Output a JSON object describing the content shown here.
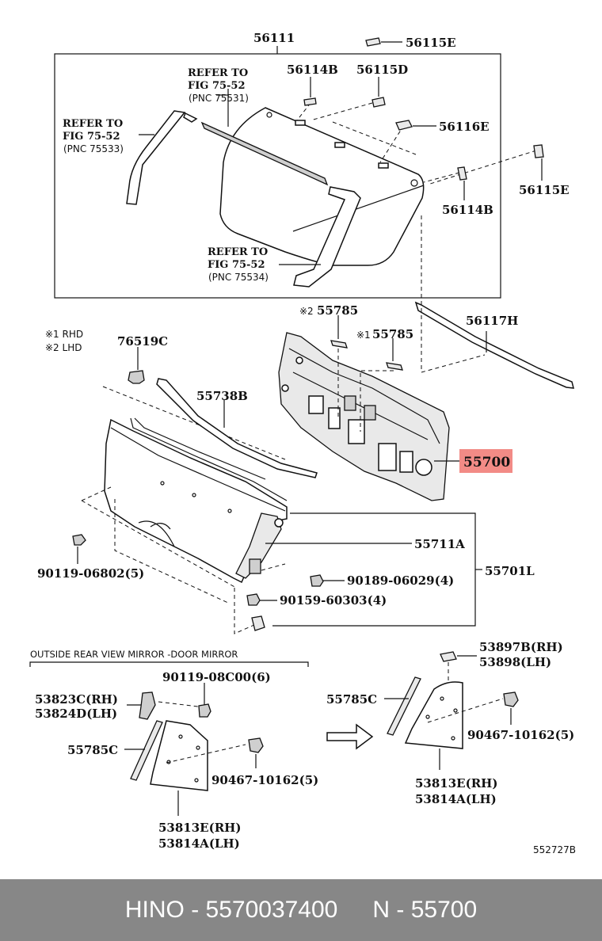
{
  "labels": {
    "l56111": "56111",
    "l56115e_top": "56115E",
    "l56114b_top": "56114B",
    "l56115d": "56115D",
    "l56116e": "56116E",
    "l56115e_right": "56115E",
    "l56114b_right": "56114B",
    "refer1_a": "REFER TO",
    "refer1_b": "FIG 75-52",
    "refer1_c": "(PNC 75531)",
    "refer2_a": "REFER TO",
    "refer2_b": "FIG 75-52",
    "refer2_c": "(PNC 75533)",
    "refer3_a": "REFER TO",
    "refer3_b": "FIG 75-52",
    "refer3_c": "(PNC 75534)",
    "note_rhd": "※1 RHD",
    "note_lhd": "※2 LHD",
    "l55785_lhd": "55785",
    "l55785_lhd_mark": "※2",
    "l55785_rhd": "55785",
    "l55785_rhd_mark": "※1",
    "l56117h": "56117H",
    "l76519c": "76519C",
    "l55738b": "55738B",
    "l55700": "55700",
    "l55711a": "55711A",
    "l55701l": "55701L",
    "l90119_06802": "90119-06802(5)",
    "l90189_06029": "90189-06029(4)",
    "l90159_60303": "90159-60303(4)",
    "section_title": "OUTSIDE REAR VIEW MIRROR -DOOR MIRROR",
    "l90119_08c00": "90119-08C00(6)",
    "l53823c": "53823C(RH)",
    "l53824d": "53824D(LH)",
    "l55785c_left": "55785C",
    "l90467_left": "90467-10162(5)",
    "l53813e_left": "53813E(RH)",
    "l53814a_left": "53814A(LH)",
    "l53897b": "53897B(RH)",
    "l53898": "53898(LH)",
    "l55785c_right": "55785C",
    "l90467_right": "90467-10162(5)",
    "l53813e_right": "53813E(RH)",
    "l53814a_right": "53814A(LH)",
    "diagram_no": "552727B"
  },
  "highlight": {
    "part": "55700",
    "color": "#f28b86"
  },
  "footer": {
    "brand_part": "HINO - 5570037400",
    "ref": "N - 55700",
    "bg": "#878787"
  }
}
